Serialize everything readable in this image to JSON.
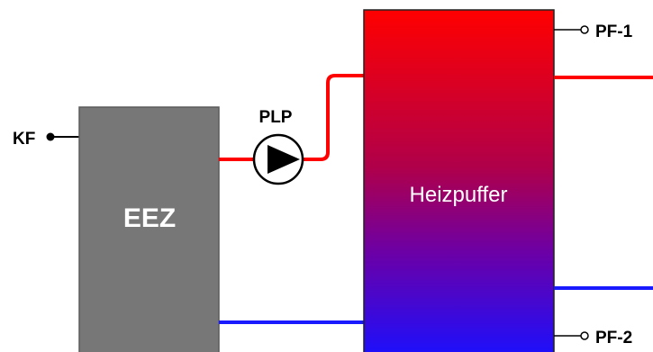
{
  "labels": {
    "kf": "KF",
    "plp": "PLP",
    "eez": "EEZ",
    "heizpuffer": "Heizpuffer",
    "pf1": "PF-1",
    "pf2": "PF-2"
  },
  "colors": {
    "eez_fill": "#777777",
    "buffer_top": "#ff0000",
    "buffer_bottom": "#1a10ff",
    "pipe_hot": "#ff0000",
    "pipe_cold": "#1a1aff",
    "text_dark": "#000000",
    "text_light": "#ffffff"
  }
}
